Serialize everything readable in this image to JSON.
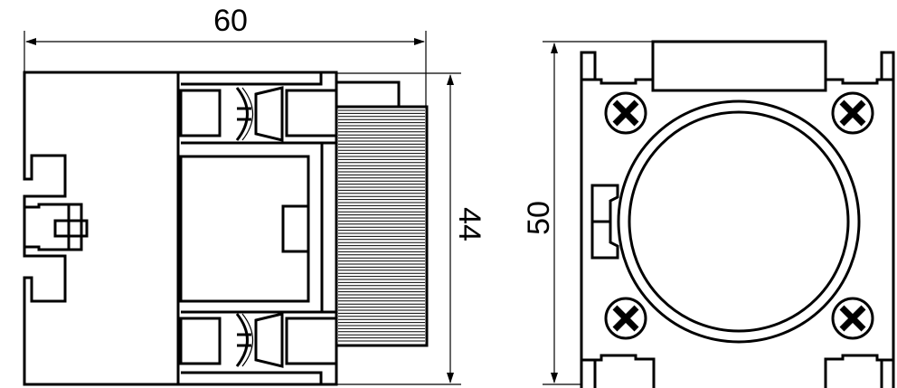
{
  "dimensions": {
    "width_label": "60",
    "depth_label": "44",
    "height_label": "50"
  },
  "colors": {
    "line": "#000000",
    "background": "#ffffff"
  }
}
